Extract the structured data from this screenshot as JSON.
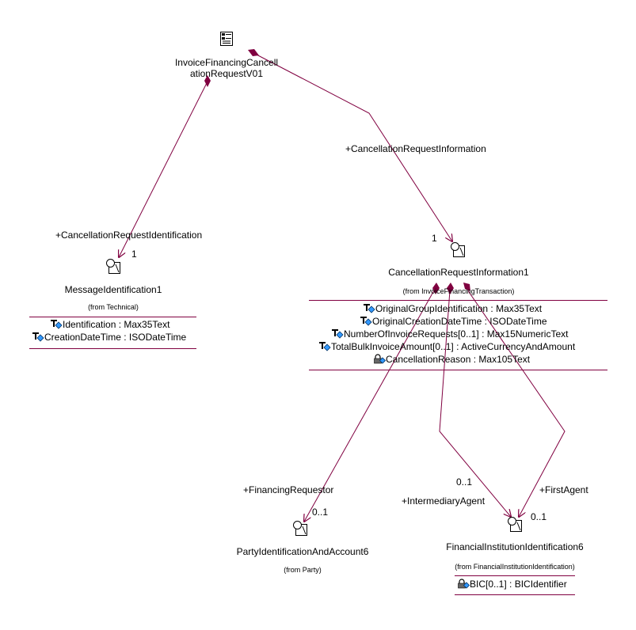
{
  "root": {
    "name_line1": "InvoiceFinancingCancell",
    "name_line2": "ationRequestV01",
    "icon": "message-definition-icon"
  },
  "classes": {
    "msg_id": {
      "name": "MessageIdentification1",
      "from": "(from Technical)",
      "attributes": [
        "Identification : Max35Text",
        "CreationDateTime : ISODateTime"
      ]
    },
    "cancel_info": {
      "name": "CancellationRequestInformation1",
      "from": "(from InvoiceFinancingTransaction)",
      "attributes": [
        "OriginalGroupIdentification : Max35Text",
        "OriginalCreationDateTime : ISODateTime",
        "NumberOfInvoiceRequests[0..1] : Max15NumericText",
        "TotalBulkInvoiceAmount[0..1] : ActiveCurrencyAndAmount",
        "CancellationReason : Max105Text"
      ]
    },
    "party": {
      "name": "PartyIdentificationAndAccount6",
      "from": "(from Party)"
    },
    "fin_inst": {
      "name": "FinancialInstitutionIdentification6",
      "from": "(from FinancialInstitutionIdentification)",
      "attributes": [
        "BIC[0..1] : BICIdentifier"
      ]
    }
  },
  "associations": {
    "cancel_req_id": {
      "role": "+CancellationRequestIdentification",
      "multiplicity": "1"
    },
    "cancel_req_info": {
      "role": "+CancellationRequestInformation",
      "multiplicity": "1"
    },
    "financing_requestor": {
      "role": "+FinancingRequestor",
      "multiplicity": "0..1"
    },
    "intermediary_agent": {
      "role": "+IntermediaryAgent",
      "multiplicity": "0..1"
    },
    "first_agent": {
      "role": "+FirstAgent",
      "multiplicity": "0..1"
    }
  },
  "colors": {
    "line": "#800040",
    "diamond": "#800040",
    "icon_blue": "#3399ff"
  }
}
